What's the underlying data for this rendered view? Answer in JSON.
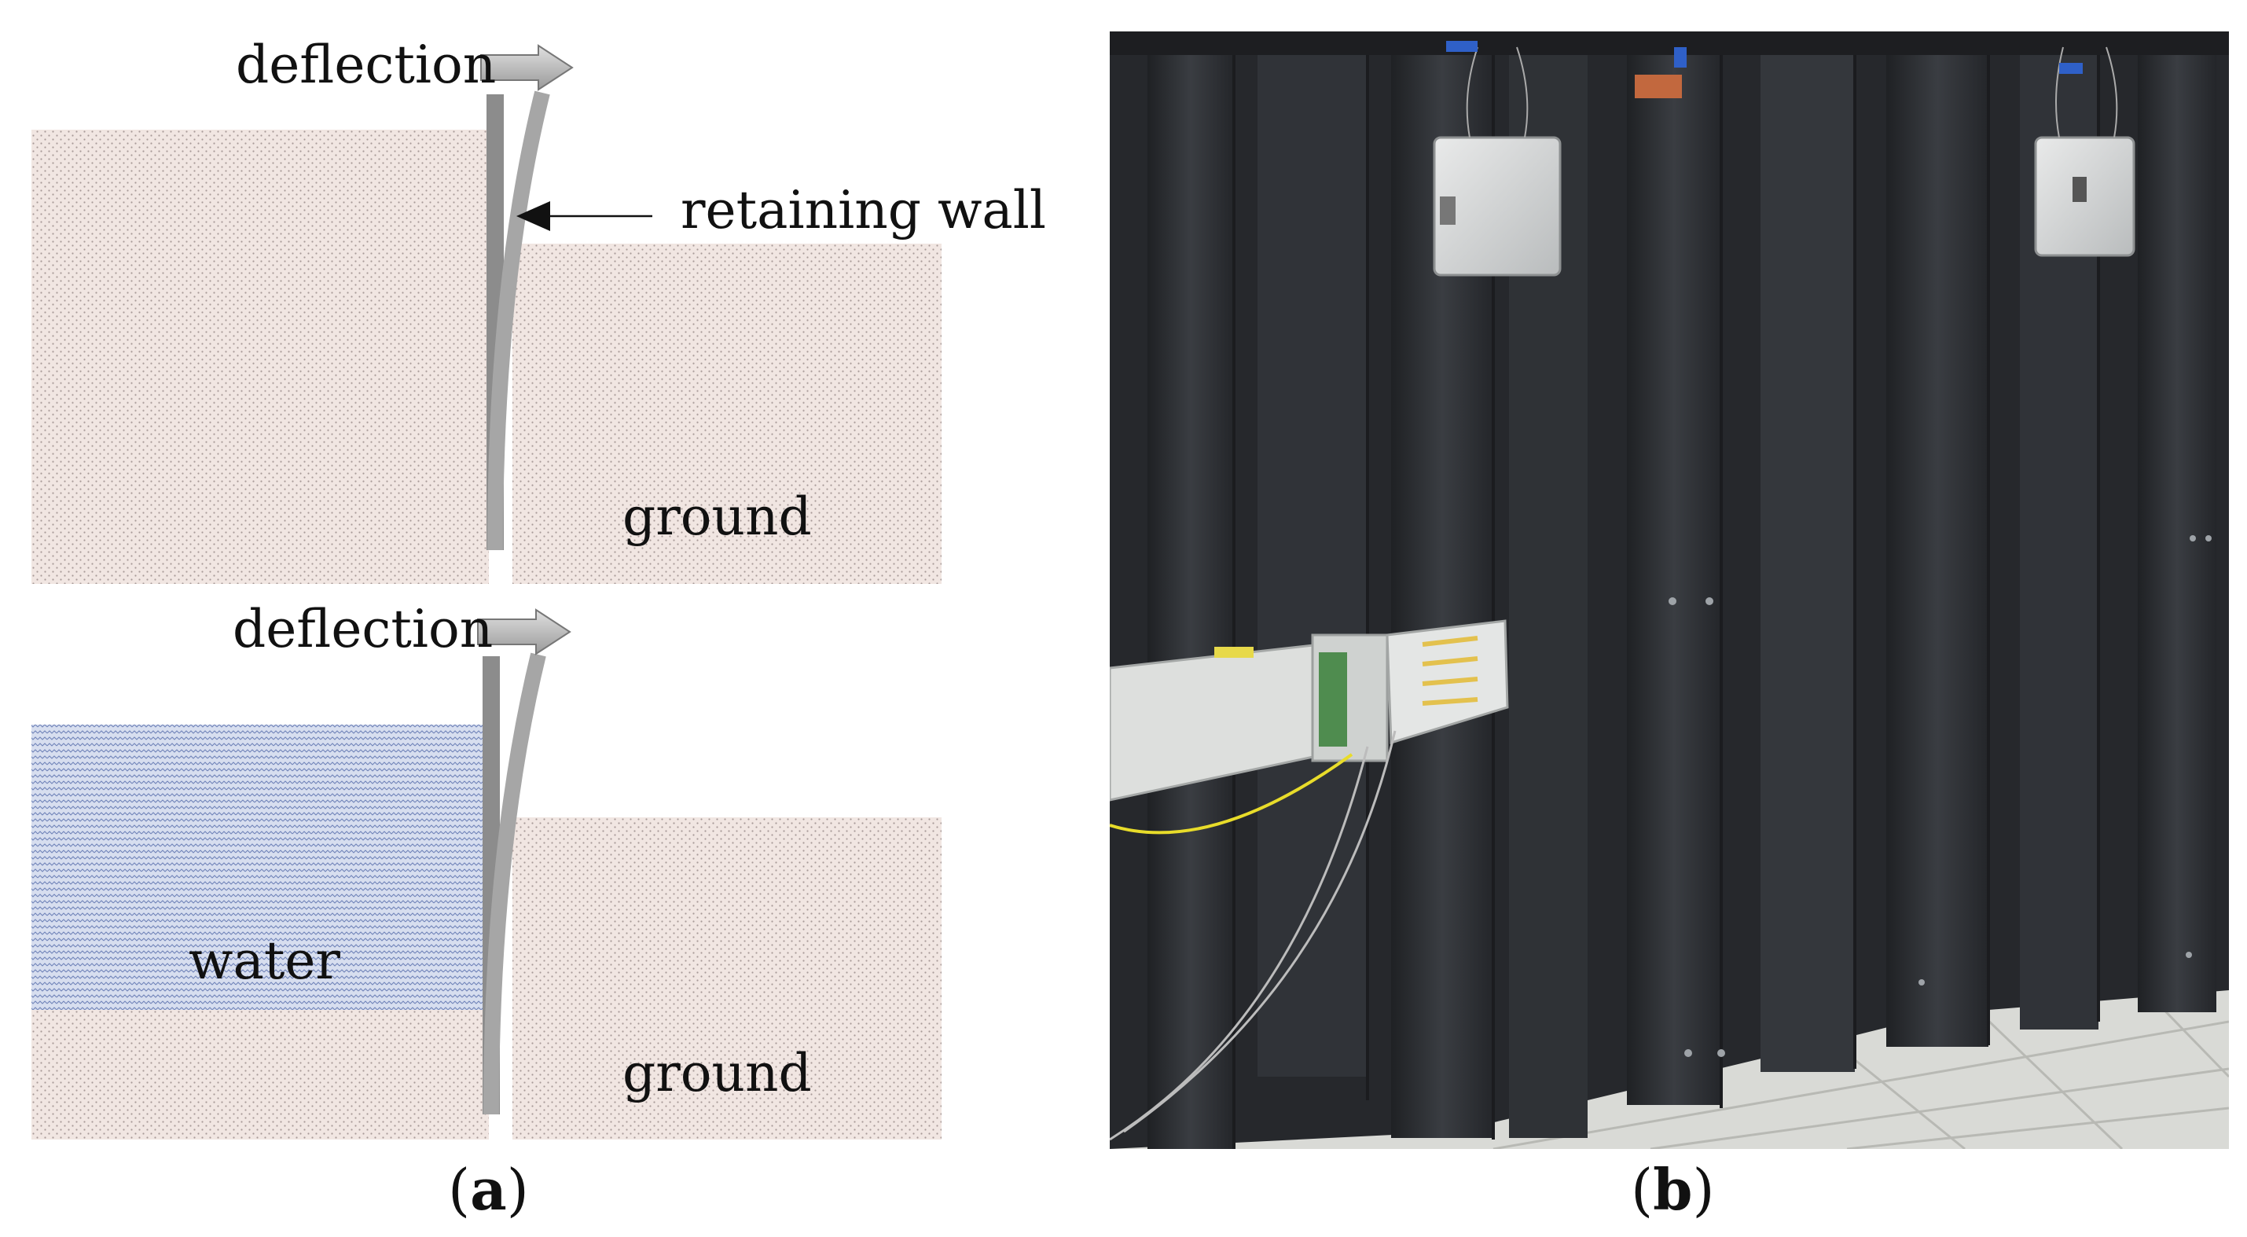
{
  "panel_a": {
    "top_diagram": {
      "deflection_label": "deflection",
      "wall_label": "retaining wall",
      "ground_label": "ground"
    },
    "bottom_diagram": {
      "deflection_label": "deflection",
      "water_label": "water",
      "ground_label": "ground"
    },
    "caption_letter": "a"
  },
  "panel_b": {
    "caption_letter": "b"
  },
  "colors": {
    "ground_fill": "#f1e6e2",
    "ground_pattern": "#a89a98",
    "water_fill": "#d7deef",
    "water_pattern": "#6f82b8",
    "wall_initial": "#8c8c8c",
    "wall_deflected": "#a6a6a6",
    "arrow_fill": "#b3b3b3",
    "sheet_pile": "#2c2f33"
  }
}
